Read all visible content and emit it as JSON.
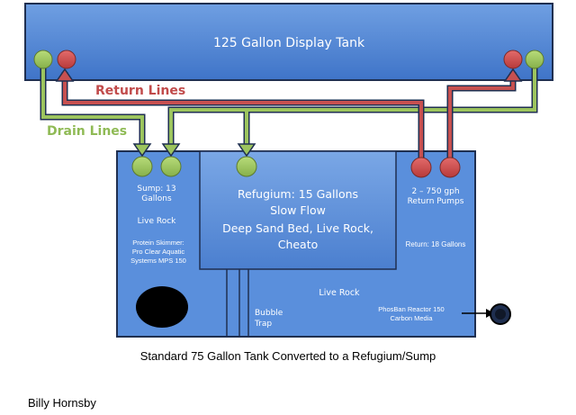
{
  "display_tank": {
    "title": "125 Gallon Display Tank"
  },
  "labels": {
    "return_lines": "Return Lines",
    "drain_lines": "Drain Lines"
  },
  "sump": {
    "title_line1": "Sump: 13",
    "title_line2": "Gallons",
    "live_rock": "Live Rock",
    "skimmer_line1": "Protein Skimmer:",
    "skimmer_line2": "Pro Clear Aquatic",
    "skimmer_line3": "Systems  MPS 150"
  },
  "refugium": {
    "line1": "Refugium: 15 Gallons",
    "line2": "Slow Flow",
    "line3": "Deep Sand Bed, Live Rock,",
    "line4": "Cheato"
  },
  "return_section": {
    "pumps_line1": "2 – 750 gph",
    "pumps_line2": "Return Pumps",
    "gallons": "Return: 18 Gallons"
  },
  "bottom": {
    "live_rock": "Live Rock",
    "bubble_line1": "Bubble",
    "bubble_line2": "Trap",
    "reactor_line1": "PhosBan Reactor 150",
    "reactor_line2": "Carbon Media"
  },
  "caption": "Standard 75 Gallon Tank Converted to a Refugium/Sump",
  "author": "Billy Hornsby",
  "colors": {
    "tank_blue": "#5b8fd6",
    "tank_border": "#1f2f50",
    "drain_green": "#8fba55",
    "return_red": "#c14b4b"
  }
}
